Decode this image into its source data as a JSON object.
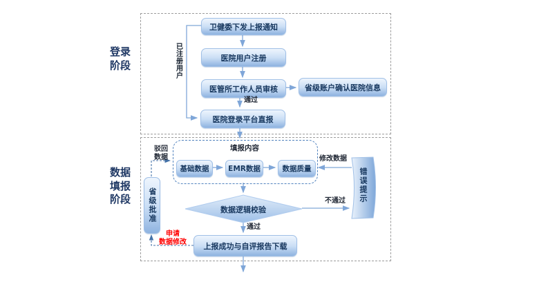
{
  "diagram": {
    "phases": [
      {
        "label": "登录\n阶段"
      },
      {
        "label": "数据\n填报\n阶段"
      }
    ],
    "login": {
      "notice": "卫健委下发上报通知",
      "register": "医院用户注册",
      "review": "医管所工作人员审核",
      "confirm": "省级账户确认医院信息",
      "platform": "医院登录平台直报",
      "registered_user": "已注册用户",
      "pass": "通过"
    },
    "report": {
      "group_title": "填报内容",
      "basic": "基础数据",
      "emr": "EMR数据",
      "quality": "数据质量",
      "check": "数据逻辑校验",
      "success": "上报成功与自评报告下载",
      "approval": "省级批准",
      "error": "错误提示",
      "reject": "驳回\n数据",
      "modify": "修改数据",
      "fail": "不通过",
      "pass": "通过",
      "apply": "申请\n数据修改"
    },
    "colors": {
      "node_fill_top": "#EEF5FD",
      "node_fill_bottom": "#8FB3E0",
      "node_border": "#9FBFE6",
      "node_text": "#17375E",
      "phase_text": "#1F3864",
      "connector": "#7FA6D8",
      "dashed_connector": "#4472A8",
      "group_border": "#4F81BD",
      "outer_border": "#9B9B9B",
      "alert": "#FF0000"
    }
  }
}
